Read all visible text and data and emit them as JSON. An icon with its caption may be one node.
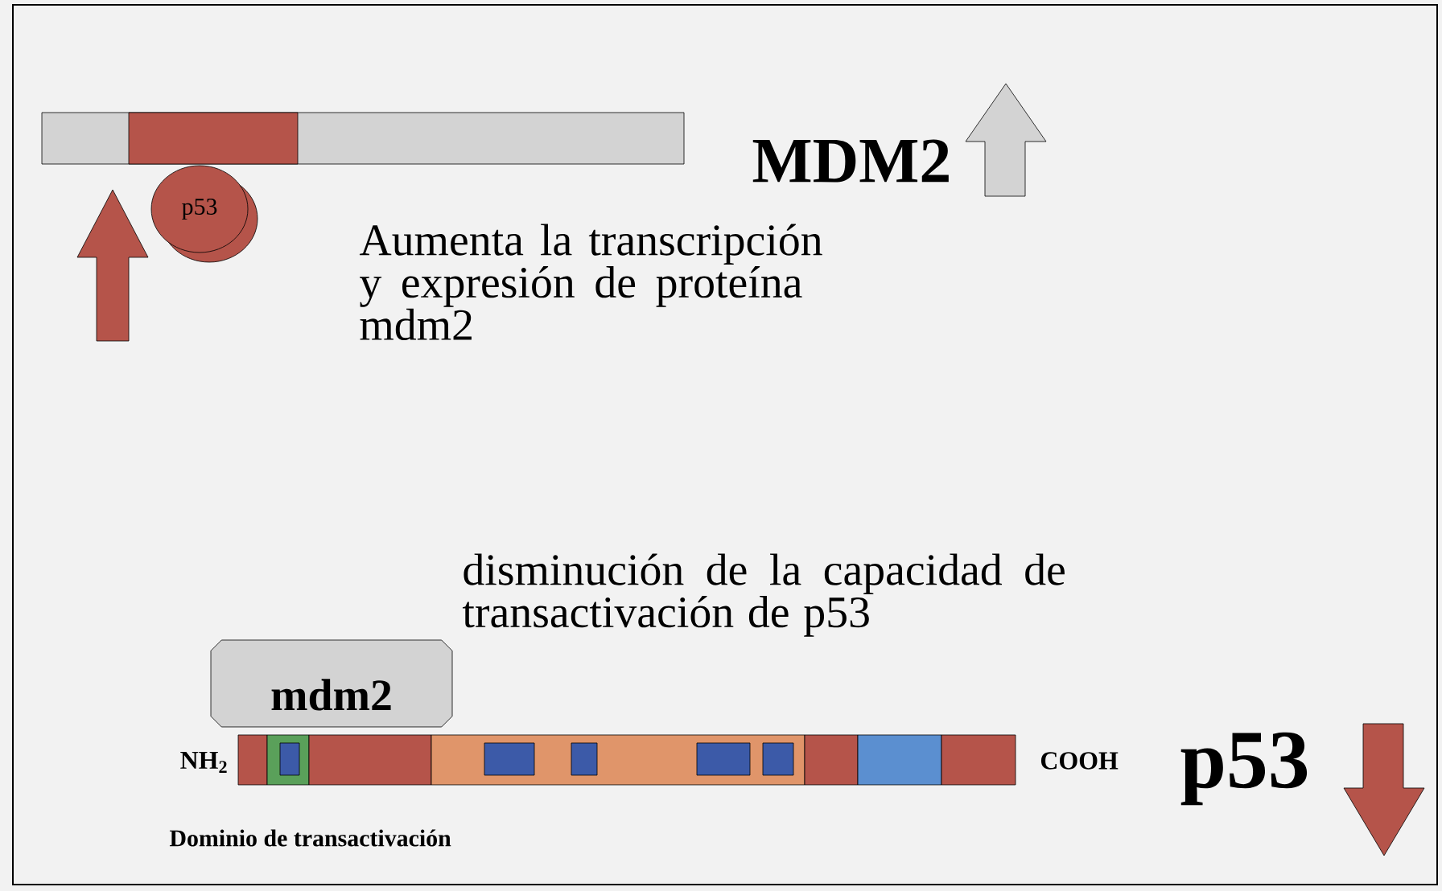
{
  "diagram": {
    "nodes": [
      {
        "text": [
          "p53"
        ]
      },
      {
        "text": [
          "mdm2"
        ]
      }
    ],
    "labels": [
      "MDM2",
      "Aumenta la transcripción y expresión de proteína mdm2",
      "disminución de la capacidad de transactivación de p53",
      "NH$_{2}$",
      "COOH",
      "p53",
      "Dominio de transactivación"
    ]
  }
}
